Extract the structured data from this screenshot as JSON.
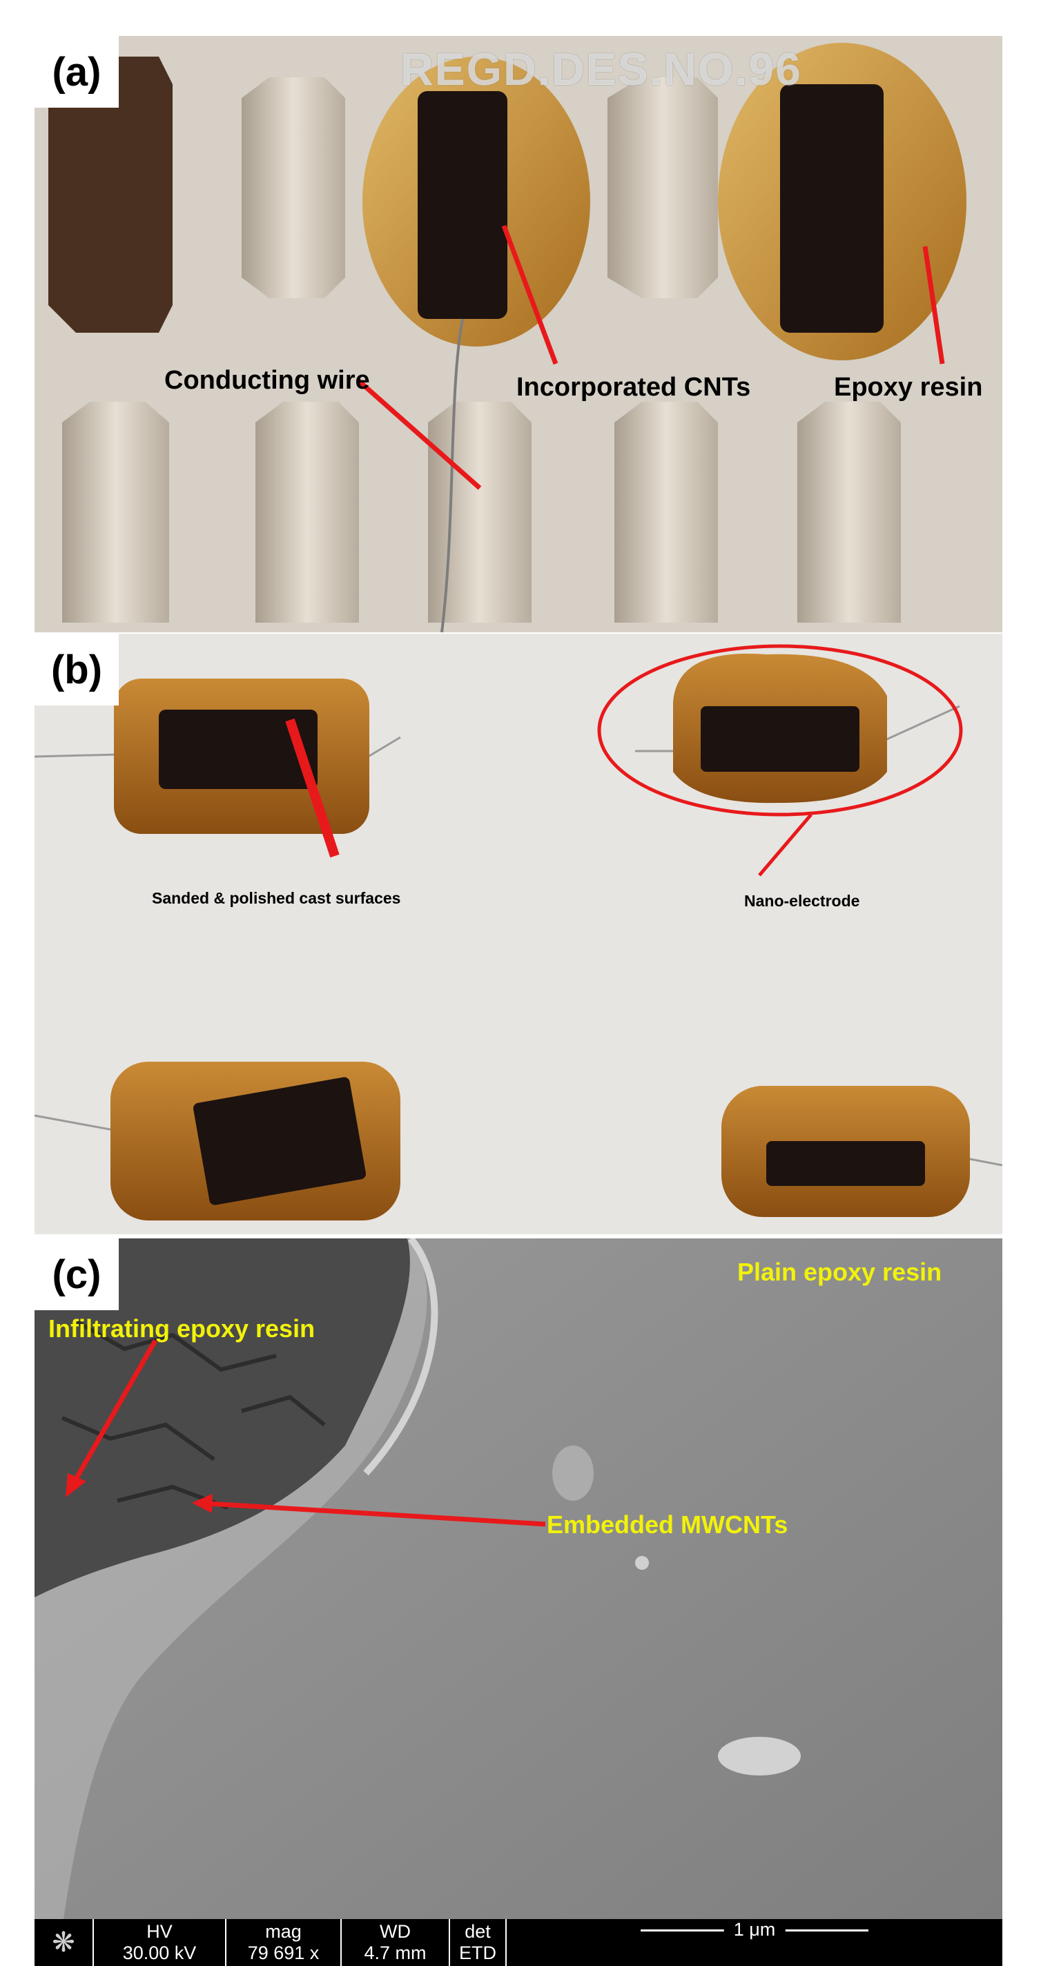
{
  "panels": {
    "a": {
      "tag": "(a)",
      "stamp": "REGD.DES.NO.96",
      "labels": {
        "conducting_wire": "Conducting wire",
        "incorporated_cnts": "Incorporated CNTs",
        "epoxy_resin": "Epoxy resin"
      }
    },
    "b": {
      "tag": "(b)",
      "labels": {
        "sanded": "Sanded & polished cast surfaces",
        "nano_electrode": "Nano-electrode"
      }
    },
    "c": {
      "tag": "(c)",
      "labels": {
        "infiltrating": "Infiltrating epoxy resin",
        "plain": "Plain epoxy resin",
        "embedded": "Embedded MWCNTs"
      },
      "databar": {
        "hv_label": "HV",
        "hv_value": "30.00 kV",
        "mag_label": "mag",
        "mag_value": "79 691 x",
        "wd_label": "WD",
        "wd_value": "4.7 mm",
        "det_label": "det",
        "det_value": "ETD",
        "scale": "1 μm"
      }
    }
  },
  "colors": {
    "arrow": "#e8191b",
    "sem_label": "#f2f20a",
    "epoxy": "#b8781e",
    "cnt_black": "#1c1210"
  }
}
